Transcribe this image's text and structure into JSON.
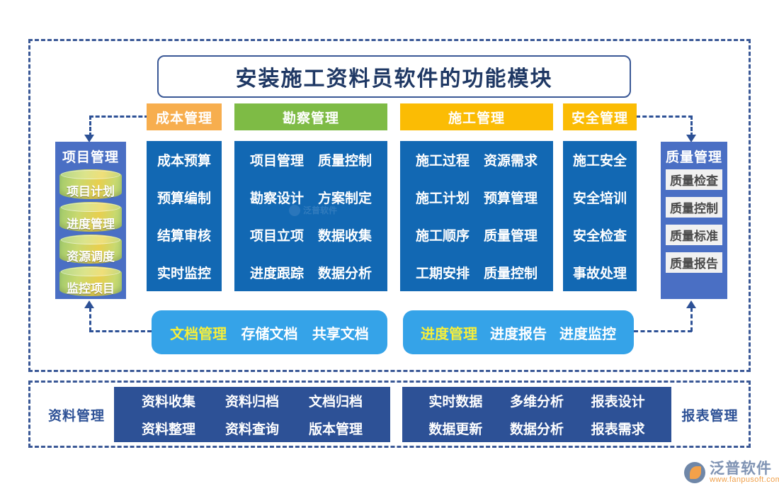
{
  "title": "安装施工资料员软件的功能模块",
  "colors": {
    "frame": "#3a5896",
    "orange": "#f7ae4e",
    "green": "#7ebb45",
    "gold": "#fbbc04",
    "panel_blue": "#1268b3",
    "side_blue": "#4a6fc4",
    "light_blue": "#35a3e8",
    "navy": "#2d5196",
    "accent_yellow": "#f7ef3a"
  },
  "headers": [
    {
      "label": "成本管理",
      "color": "orange"
    },
    {
      "label": "勘察管理",
      "color": "green"
    },
    {
      "label": "施工管理",
      "color": "gold"
    },
    {
      "label": "安全管理",
      "color": "gold"
    }
  ],
  "left_column": {
    "title": "项目管理",
    "items": [
      "项目计划",
      "进度管理",
      "资源调度",
      "监控项目"
    ]
  },
  "right_column": {
    "title": "质量管理",
    "items": [
      "质量检查",
      "质量控制",
      "质量标准",
      "质量报告"
    ]
  },
  "panels": [
    {
      "name": "cost",
      "columns": 1,
      "rows": [
        [
          "成本预算"
        ],
        [
          "预算编制"
        ],
        [
          "结算审核"
        ],
        [
          "实时监控"
        ]
      ]
    },
    {
      "name": "survey",
      "columns": 2,
      "rows": [
        [
          "项目管理",
          "质量控制"
        ],
        [
          "勘察设计",
          "方案制定"
        ],
        [
          "项目立项",
          "数据收集"
        ],
        [
          "进度跟踪",
          "数据分析"
        ]
      ]
    },
    {
      "name": "construction",
      "columns": 2,
      "rows": [
        [
          "施工过程",
          "资源需求"
        ],
        [
          "施工计划",
          "预算管理"
        ],
        [
          "施工顺序",
          "质量管理"
        ],
        [
          "工期安排",
          "质量控制"
        ]
      ]
    },
    {
      "name": "safety",
      "columns": 1,
      "rows": [
        [
          "施工安全"
        ],
        [
          "安全培训"
        ],
        [
          "安全检查"
        ],
        [
          "事故处理"
        ]
      ]
    }
  ],
  "bars": [
    {
      "name": "document",
      "accent": "文档管理",
      "items": [
        "存储文档",
        "共享文档"
      ]
    },
    {
      "name": "schedule",
      "accent": "进度管理",
      "items": [
        "进度报告",
        "进度监控"
      ]
    }
  ],
  "bottom": {
    "left_label": "资料管理",
    "right_label": "报表管理",
    "left_rows": [
      [
        "资料收集",
        "资料归档",
        "文档归档"
      ],
      [
        "资料整理",
        "资料查询",
        "版本管理"
      ]
    ],
    "right_rows": [
      [
        "实时数据",
        "多维分析",
        "报表设计"
      ],
      [
        "数据更新",
        "数据分析",
        "报表需求"
      ]
    ]
  },
  "watermark": {
    "text": "泛普软件"
  },
  "logo": {
    "name": "泛普软件",
    "url": "www.fanpusoft.com"
  }
}
